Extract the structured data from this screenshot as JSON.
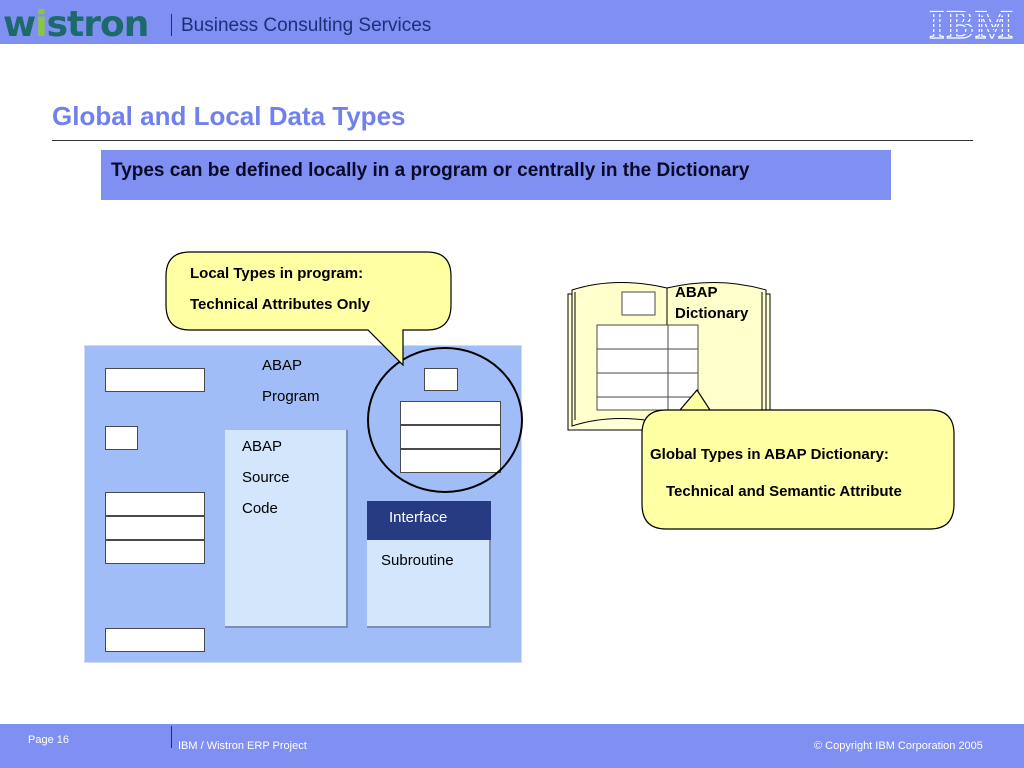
{
  "header": {
    "logo_text": "wistron",
    "title": "Business Consulting Services",
    "ibm_logo": "IBM",
    "colors": {
      "bar": "#7f8ff2",
      "logo_text": "#1c6a6c",
      "logo_dot": "#8cc63e"
    }
  },
  "slide": {
    "title": "Global and Local Data Types",
    "statement": "Types can be defined locally in a program or centrally in the Dictionary"
  },
  "diagram": {
    "local_callout": {
      "line1": "Local Types in program:",
      "line2": "Technical Attributes Only"
    },
    "program_title_line1": "ABAP",
    "program_title_line2": "Program",
    "source_line1": "ABAP",
    "source_line2": "Source",
    "source_line3": "Code",
    "interface_label": "Interface",
    "subroutine_label": "Subroutine",
    "dictionary_line1": "ABAP",
    "dictionary_line2": "Dictionary",
    "global_callout": {
      "line1": "Global Types in ABAP Dictionary:",
      "line2": "Technical and Semantic Attribute"
    },
    "colors": {
      "callout_fill": "#ffffa4",
      "panel_fill": "#a1bdf7",
      "interface_fill": "#273b82"
    }
  },
  "footer": {
    "page": "Page 16",
    "project": "IBM / Wistron ERP Project",
    "copyright": "© Copyright IBM Corporation 2005"
  }
}
